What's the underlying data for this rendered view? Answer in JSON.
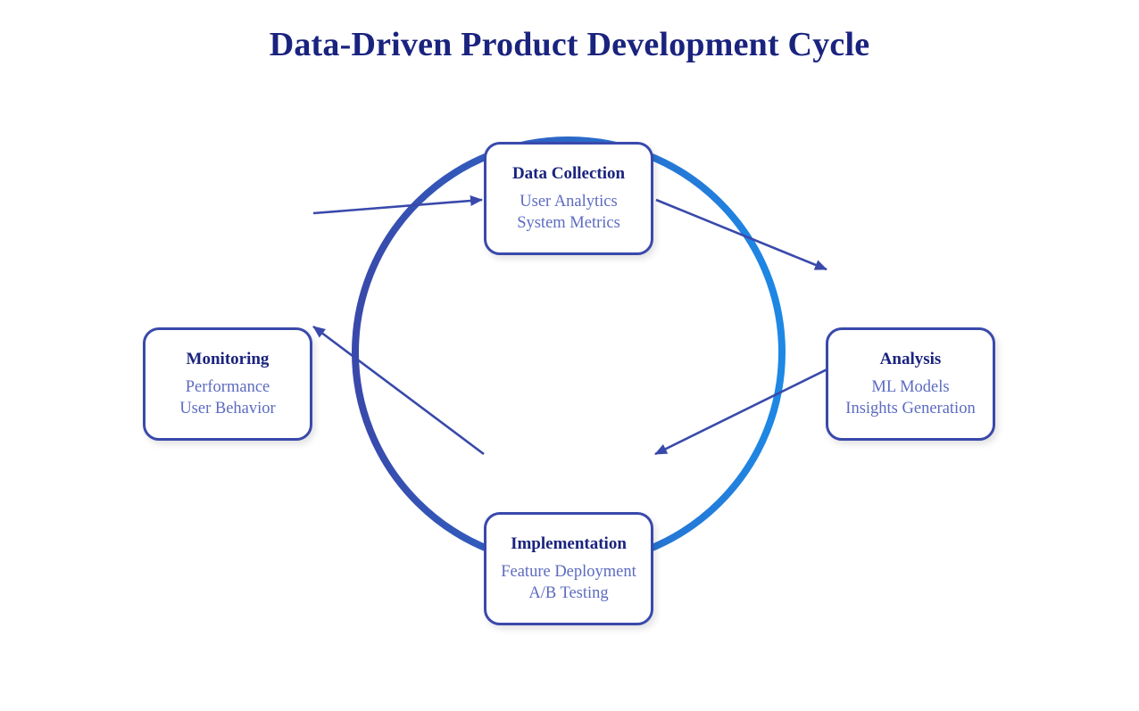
{
  "title": "Data-Driven Product Development Cycle",
  "colors": {
    "title": "#1a237e",
    "box_border": "#3949ab",
    "arrow": "#3949ab",
    "subtext": "#5c6bc0",
    "cycle_gradient_start": "#3949ab",
    "cycle_gradient_end": "#1e88e5"
  },
  "nodes": {
    "data_collection": {
      "title": "Data Collection",
      "lines": [
        "User Analytics",
        "System Metrics"
      ]
    },
    "analysis": {
      "title": "Analysis",
      "lines": [
        "ML Models",
        "Insights Generation"
      ]
    },
    "implementation": {
      "title": "Implementation",
      "lines": [
        "Feature Deployment",
        "A/B Testing"
      ]
    },
    "monitoring": {
      "title": "Monitoring",
      "lines": [
        "Performance",
        "User Behavior"
      ]
    }
  },
  "flow": [
    {
      "from": "data_collection",
      "to": "analysis"
    },
    {
      "from": "analysis",
      "to": "implementation"
    },
    {
      "from": "implementation",
      "to": "monitoring"
    },
    {
      "from": "monitoring",
      "to": "data_collection"
    }
  ]
}
